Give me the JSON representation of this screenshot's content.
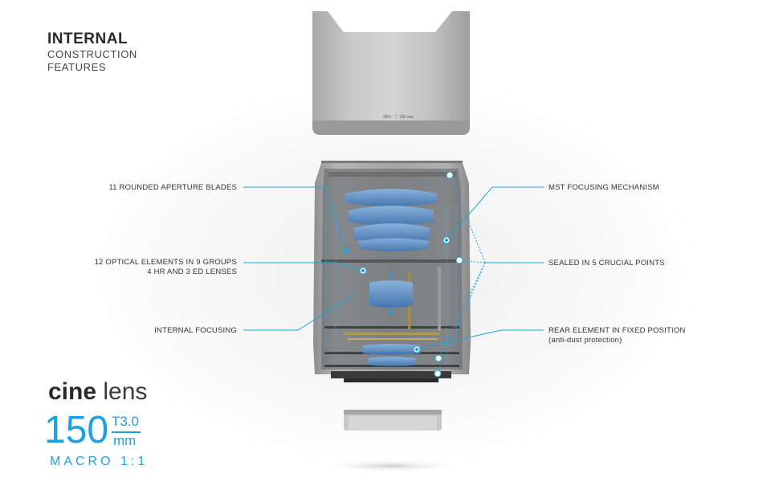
{
  "heading": {
    "title": "INTERNAL",
    "line2": "CONSTRUCTION",
    "line3": "FEATURES"
  },
  "callouts": {
    "aperture": "11 ROUNDED APERTURE BLADES",
    "optical_line1": "12 OPTICAL ELEMENTS IN 9 GROUPS",
    "optical_line2": "4 HR AND 3 ED LENSES",
    "internal_focusing": "INTERNAL FOCUSING",
    "mst": "MST FOCUSING MECHANISM",
    "sealed": "SEALED IN 5 CRUCIAL POINTS",
    "rear_line1": "REAR ELEMENT IN FIXED POSITION",
    "rear_line2": "(anti-dust protection)"
  },
  "hood_label": {
    "brand": "IRIX",
    "focal": "150 mm"
  },
  "brand": {
    "cine": "cine",
    "lens": "lens",
    "focal_length": "150",
    "t_stop": "T3.0",
    "unit": "mm",
    "macro": "MACRO 1:1"
  },
  "colors": {
    "accent": "#1aa3e0",
    "glass": "#4f86c4",
    "body": "#a9a9a9"
  }
}
